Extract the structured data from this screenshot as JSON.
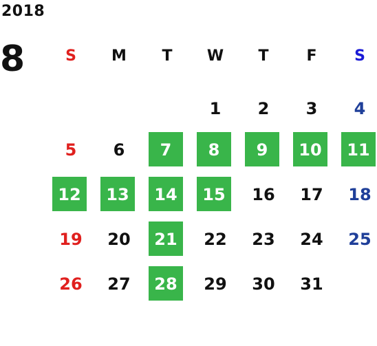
{
  "year": "2018",
  "month": "8",
  "weekdays": [
    "S",
    "M",
    "T",
    "W",
    "T",
    "F",
    "S"
  ],
  "colors": {
    "sunday": "#e0201e",
    "saturday": "#1f3f99",
    "saturday_header": "#1a1ad6",
    "highlight": "#39b54a",
    "text": "#111111"
  },
  "weeks": [
    [
      {
        "day": ""
      },
      {
        "day": ""
      },
      {
        "day": ""
      },
      {
        "day": "1",
        "highlight": false
      },
      {
        "day": "2",
        "highlight": false
      },
      {
        "day": "3",
        "highlight": false
      },
      {
        "day": "4",
        "highlight": false
      }
    ],
    [
      {
        "day": "5",
        "highlight": false
      },
      {
        "day": "6",
        "highlight": false
      },
      {
        "day": "7",
        "highlight": true
      },
      {
        "day": "8",
        "highlight": true
      },
      {
        "day": "9",
        "highlight": true
      },
      {
        "day": "10",
        "highlight": true
      },
      {
        "day": "11",
        "highlight": true
      }
    ],
    [
      {
        "day": "12",
        "highlight": true
      },
      {
        "day": "13",
        "highlight": true
      },
      {
        "day": "14",
        "highlight": true
      },
      {
        "day": "15",
        "highlight": true
      },
      {
        "day": "16",
        "highlight": false
      },
      {
        "day": "17",
        "highlight": false
      },
      {
        "day": "18",
        "highlight": false
      }
    ],
    [
      {
        "day": "19",
        "highlight": false
      },
      {
        "day": "20",
        "highlight": false
      },
      {
        "day": "21",
        "highlight": true
      },
      {
        "day": "22",
        "highlight": false
      },
      {
        "day": "23",
        "highlight": false
      },
      {
        "day": "24",
        "highlight": false
      },
      {
        "day": "25",
        "highlight": false
      }
    ],
    [
      {
        "day": "26",
        "highlight": false
      },
      {
        "day": "27",
        "highlight": false
      },
      {
        "day": "28",
        "highlight": true
      },
      {
        "day": "29",
        "highlight": false
      },
      {
        "day": "30",
        "highlight": false
      },
      {
        "day": "31",
        "highlight": false
      },
      {
        "day": ""
      }
    ]
  ]
}
